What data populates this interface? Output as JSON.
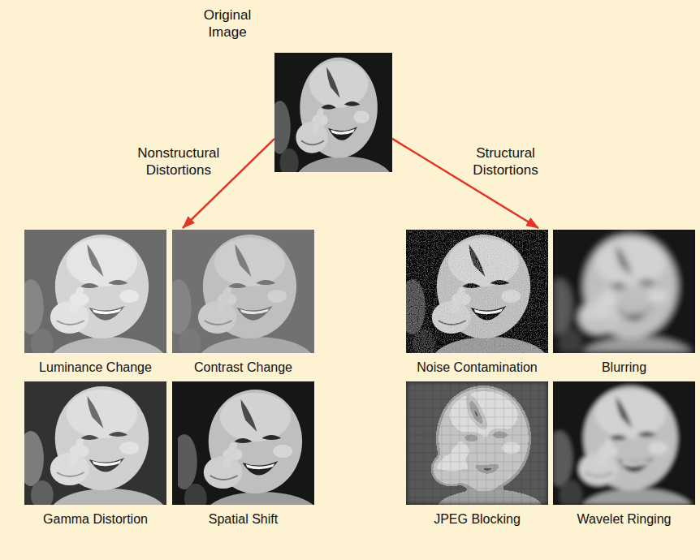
{
  "diagram": {
    "nodes": [
      {
        "text": [
          "Original Image"
        ]
      },
      {
        "text": [
          "Luminance Change"
        ]
      },
      {
        "text": [
          "Contrast Change"
        ]
      },
      {
        "text": [
          "Gamma Distortion"
        ]
      },
      {
        "text": [
          "Spatial Shift"
        ]
      },
      {
        "text": [
          "Noise Contamination"
        ]
      },
      {
        "text": [
          "Blurring"
        ]
      },
      {
        "text": [
          "JPEG Blocking"
        ]
      },
      {
        "text": [
          "Wavelet Ringing"
        ]
      }
    ],
    "edges": [
      {
        "from": 0,
        "to": 2,
        "arrow": "to",
        "label": "Nonstructural Distortions"
      },
      {
        "from": 0,
        "to": 5,
        "arrow": "to",
        "label": "Structural Distortions"
      }
    ]
  }
}
